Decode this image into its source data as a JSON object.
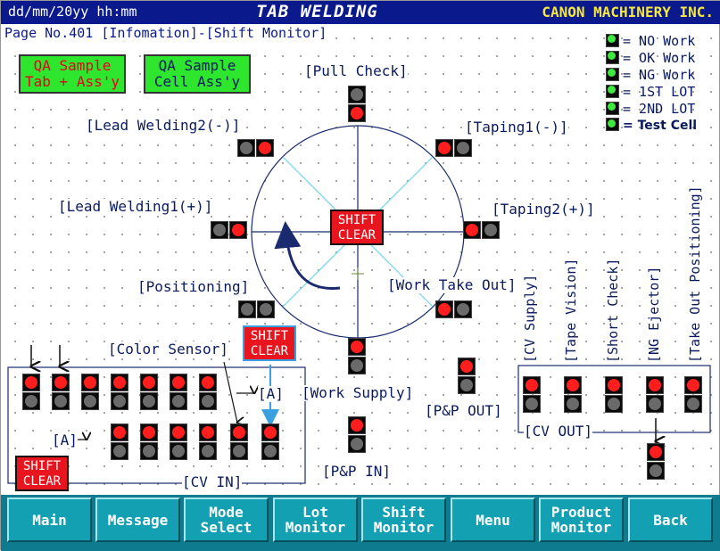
{
  "header": {
    "datetime": "dd/mm/20yy  hh:mm",
    "title": "TAB WELDING",
    "company": "CANON MACHINERY INC.",
    "page_line": "Page No.401 [Infomation]-[Shift Monitor]"
  },
  "qa_buttons": [
    {
      "line1": "QA Sample",
      "line2": "Tab + Ass'y"
    },
    {
      "line1": "QA Sample",
      "line2": "Cell Ass'y"
    }
  ],
  "legend": [
    {
      "label": "= NO Work"
    },
    {
      "label": "= OK Work"
    },
    {
      "label": "= NG Work"
    },
    {
      "label": "= 1ST LOT"
    },
    {
      "label": "= 2ND LOT"
    },
    {
      "label": "= Test Cell"
    }
  ],
  "stations": {
    "pull_check": "[Pull Check]",
    "taping1": "[Taping1(-)]",
    "taping2": "[Taping2(+)]",
    "work_take_out": "[Work Take Out]",
    "work_supply": "[Work Supply]",
    "positioning": "[Positioning]",
    "lead_welding1": "[Lead Welding1(+)]",
    "lead_welding2": "[Lead Welding2(-)]",
    "color_sensor": "[Color Sensor]",
    "pp_out": "[P&P OUT]",
    "pp_in": "[P&P IN]",
    "cv_in": "[CV IN]",
    "cv_out": "[CV OUT]",
    "a_marker_right": "[A]",
    "a_marker_left": "[A]"
  },
  "cv_out_stations": [
    "[CV Supply]",
    "[Tape Vision]",
    "[Short Check]",
    "[NG Ejector]",
    "[Take Out Positioning]"
  ],
  "shift_clear": {
    "line1": "SHIFT",
    "line2": "CLEAR"
  },
  "nav_buttons": [
    {
      "label": "Main"
    },
    {
      "label": "Message"
    },
    {
      "label": "Mode\nSelect"
    },
    {
      "label": "Lot\nMonitor"
    },
    {
      "label": "Shift\nMonitor"
    },
    {
      "label": "Menu"
    },
    {
      "label": "Product\nMonitor"
    },
    {
      "label": "Back"
    }
  ],
  "colors": {
    "title_bg": "#0a1a8c",
    "company_text": "#f5e642",
    "lamp_red": "#ff1e1e",
    "lamp_off": "#6a6a6a",
    "lamp_green": "#3fe83f",
    "shift_clear_bg": "#e8141e",
    "qa_bg": "#2ee62e",
    "nav_bg": "#13a0b2"
  }
}
